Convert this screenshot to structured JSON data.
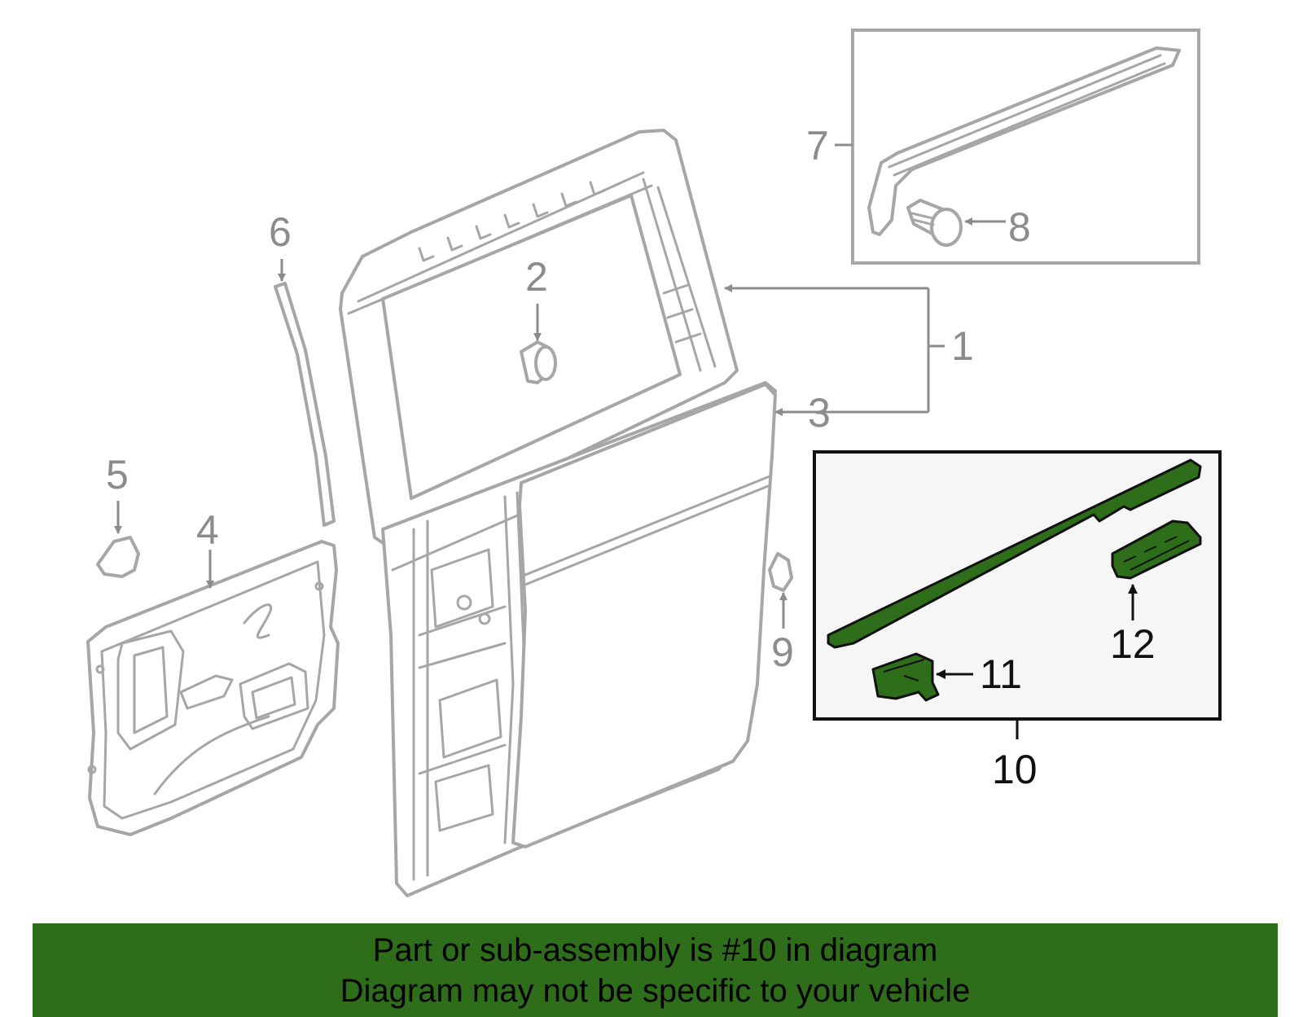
{
  "callouts": [
    {
      "id": "1",
      "label": "1"
    },
    {
      "id": "2",
      "label": "2"
    },
    {
      "id": "3",
      "label": "3"
    },
    {
      "id": "4",
      "label": "4"
    },
    {
      "id": "5",
      "label": "5"
    },
    {
      "id": "6",
      "label": "6"
    },
    {
      "id": "7",
      "label": "7"
    },
    {
      "id": "8",
      "label": "8"
    },
    {
      "id": "9",
      "label": "9"
    },
    {
      "id": "10",
      "label": "10"
    },
    {
      "id": "11",
      "label": "11"
    },
    {
      "id": "12",
      "label": "12"
    }
  ],
  "banner": {
    "line1": "Part or sub-assembly is #10 in diagram",
    "line2": "Diagram may not be specific to your vehicle"
  },
  "colors": {
    "highlight": "#2e6d1a",
    "line_art": "#a6a6a6",
    "label_gray": "#8c8c8c"
  }
}
